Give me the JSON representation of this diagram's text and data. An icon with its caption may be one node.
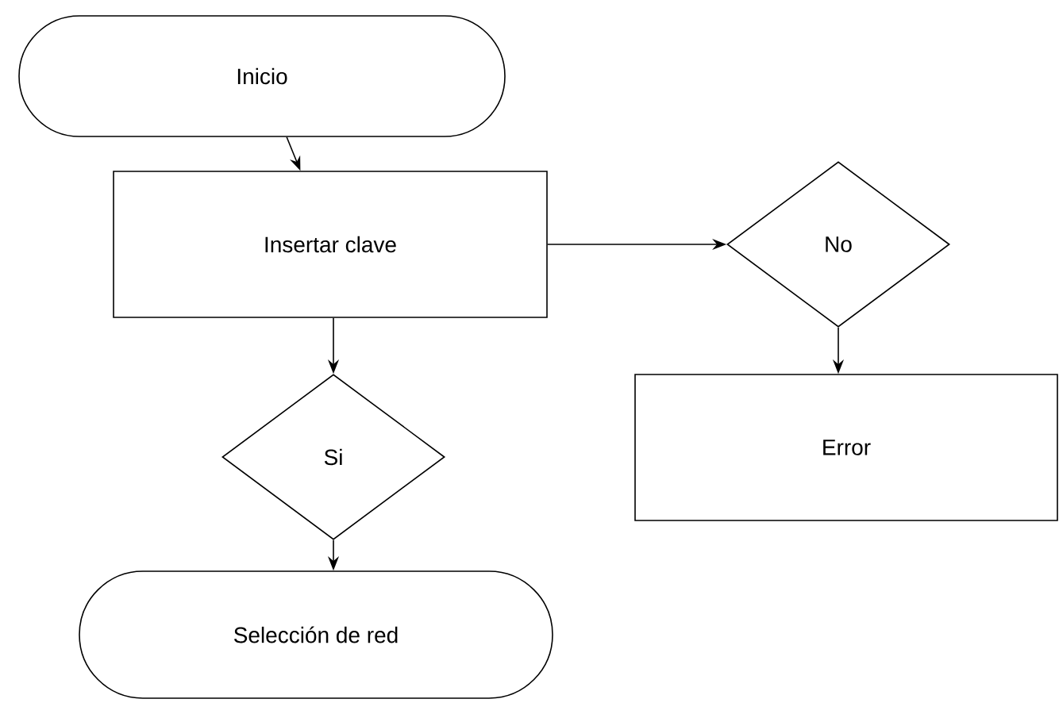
{
  "diagram": {
    "nodes": [
      {
        "text": [
          "Inicio"
        ]
      },
      {
        "text": [
          "Insertar clave"
        ]
      },
      {
        "text": [
          "No"
        ]
      },
      {
        "text": [
          "Si"
        ]
      },
      {
        "text": [
          "Selección de red"
        ]
      },
      {
        "text": [
          "Error"
        ]
      }
    ],
    "edges": [
      {
        "from": 0,
        "to": 1,
        "arrow": "to"
      },
      {
        "from": 1,
        "to": 2,
        "arrow": "to"
      },
      {
        "from": 2,
        "to": 5,
        "arrow": "to"
      },
      {
        "from": 1,
        "to": 3,
        "arrow": "to"
      },
      {
        "from": 3,
        "to": 4,
        "arrow": "to"
      }
    ]
  }
}
